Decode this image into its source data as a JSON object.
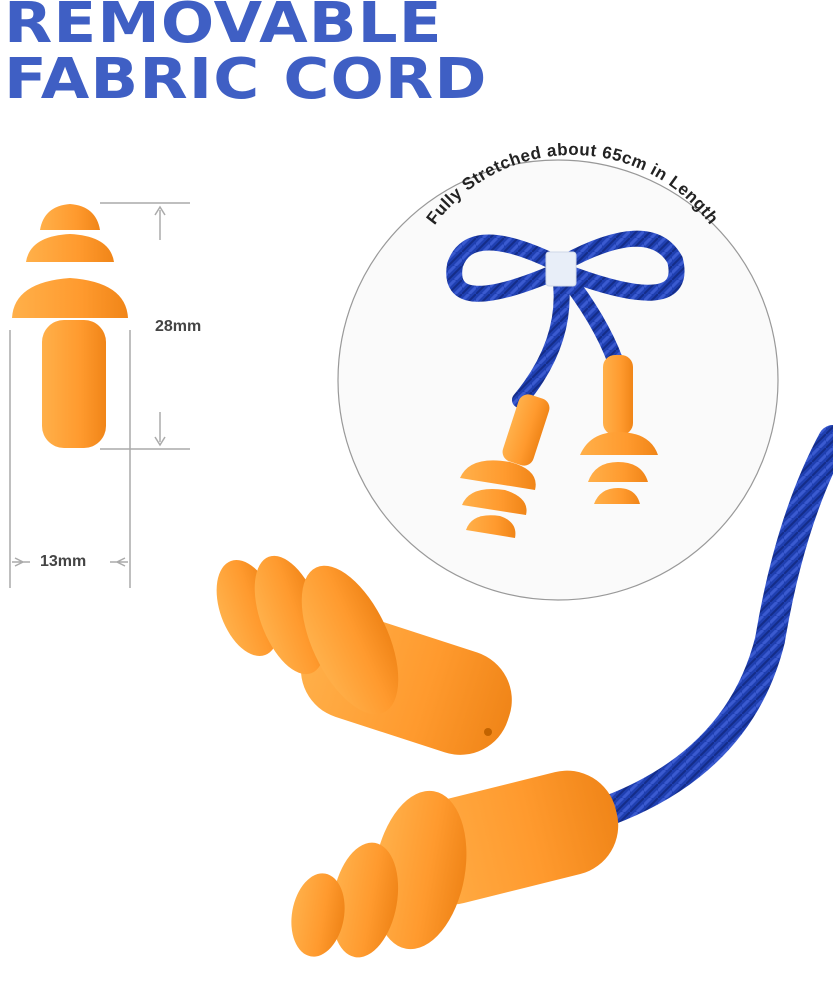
{
  "title": {
    "line1": "REMOVABLE",
    "line2": "FABRIC CORD"
  },
  "dimensions": {
    "height": "28mm",
    "width": "13mm"
  },
  "circle_caption": "Fully Stretched about 65cm in Length",
  "colors": {
    "title": "#3f5fc4",
    "earplug": "#ff9a2e",
    "cord": "#1f3fb0",
    "dimension_lines": "#aaaaaa"
  }
}
